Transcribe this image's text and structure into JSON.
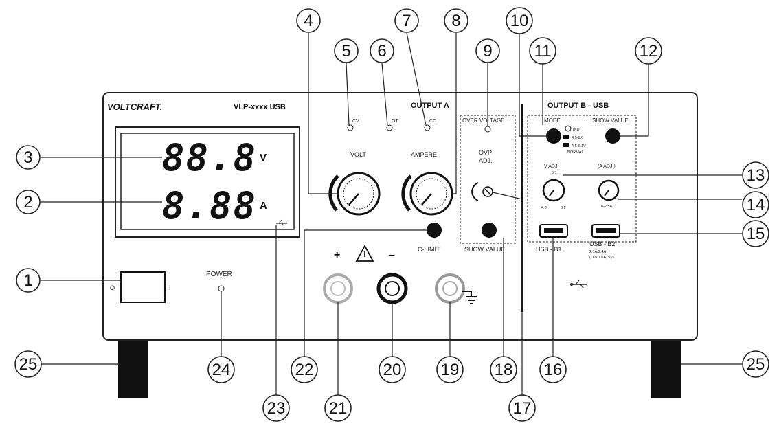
{
  "brand": "VOLTCRAFT.",
  "model": "VLP-xxxx USB",
  "output_a": {
    "title": "OUTPUT A",
    "volt_label": "VOLT",
    "ampere_label": "AMPERE",
    "cv": "CV",
    "ot": "OT",
    "cc": "CC",
    "c_limit": "C-LIMIT"
  },
  "display": {
    "voltage_digits": "88.8",
    "voltage_unit": "V",
    "current_digits": "8.88",
    "current_unit": "A"
  },
  "ovp": {
    "over_voltage": "OVER VOLTAGE",
    "ovp_label": "OVP",
    "adj_label": "ADJ.",
    "show_value": "SHOW VALUE"
  },
  "output_b": {
    "title": "OUTPUT B - USB",
    "mode": "MODE",
    "show_value": "SHOW VALUE",
    "ind": "IND.",
    "range_1": "4.5-6.0",
    "range_2": "4.5-6.1V",
    "normal": "NORMAL",
    "v_adj": "V ADJ.",
    "v_mid": "5.1",
    "v_min": "4.0",
    "v_max": "6.2",
    "a_adj": "(A ADJ.)",
    "a_range": "0-2.5A",
    "usb_b1": "USB - B1",
    "usb_b2": "USB - B2",
    "usb_b2_note1": "2.1A/2.4A",
    "usb_b2_note2": "(DIN 1.0A, 5V)"
  },
  "power": {
    "label": "POWER",
    "switch_off": "O",
    "switch_on": "I"
  },
  "terminals": {
    "plus": "+",
    "minus": "–"
  },
  "callouts": [
    "1",
    "2",
    "3",
    "4",
    "5",
    "6",
    "7",
    "8",
    "9",
    "10",
    "11",
    "12",
    "13",
    "14",
    "15",
    "16",
    "17",
    "18",
    "19",
    "20",
    "21",
    "22",
    "23",
    "24",
    "25",
    "25"
  ]
}
